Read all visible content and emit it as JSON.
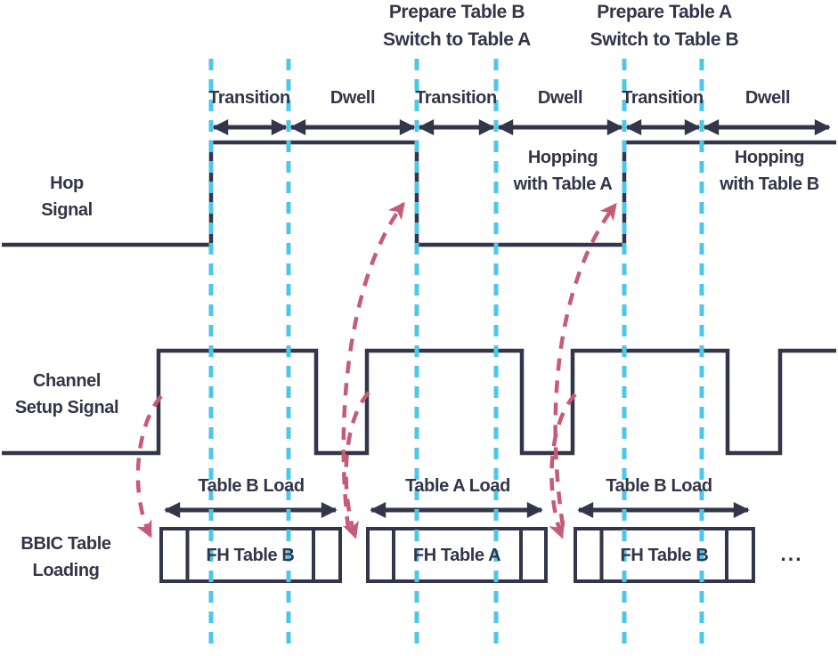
{
  "colors": {
    "dark": "#333549",
    "cyan": "#4cc7e9",
    "pink": "#c65b78",
    "background": "#ffffff"
  },
  "titles": [
    {
      "line1": "Prepare Table B",
      "line2": "Switch to Table A"
    },
    {
      "line1": "Prepare Table A",
      "line2": "Switch to Table B"
    }
  ],
  "timeline": {
    "segments": [
      {
        "label": "Transition"
      },
      {
        "label": "Dwell"
      },
      {
        "label": "Transition"
      },
      {
        "label": "Dwell"
      },
      {
        "label": "Transition"
      },
      {
        "label": "Dwell"
      }
    ]
  },
  "signals": {
    "hop": {
      "label_line1": "Hop",
      "label_line2": "Signal"
    },
    "channel": {
      "label_line1": "Channel",
      "label_line2": "Setup Signal"
    },
    "bbic": {
      "label_line1": "BBIC Table",
      "label_line2": "Loading"
    }
  },
  "annotations": [
    {
      "line1": "Hopping",
      "line2": "with Table A"
    },
    {
      "line1": "Hopping",
      "line2": "with Table B"
    }
  ],
  "load_groups": [
    {
      "load_label": "Table B Load",
      "box_label": "FH Table B"
    },
    {
      "load_label": "Table A Load",
      "box_label": "FH Table A"
    },
    {
      "load_label": "Table B Load",
      "box_label": "FH Table B"
    }
  ],
  "ellipsis": "..."
}
